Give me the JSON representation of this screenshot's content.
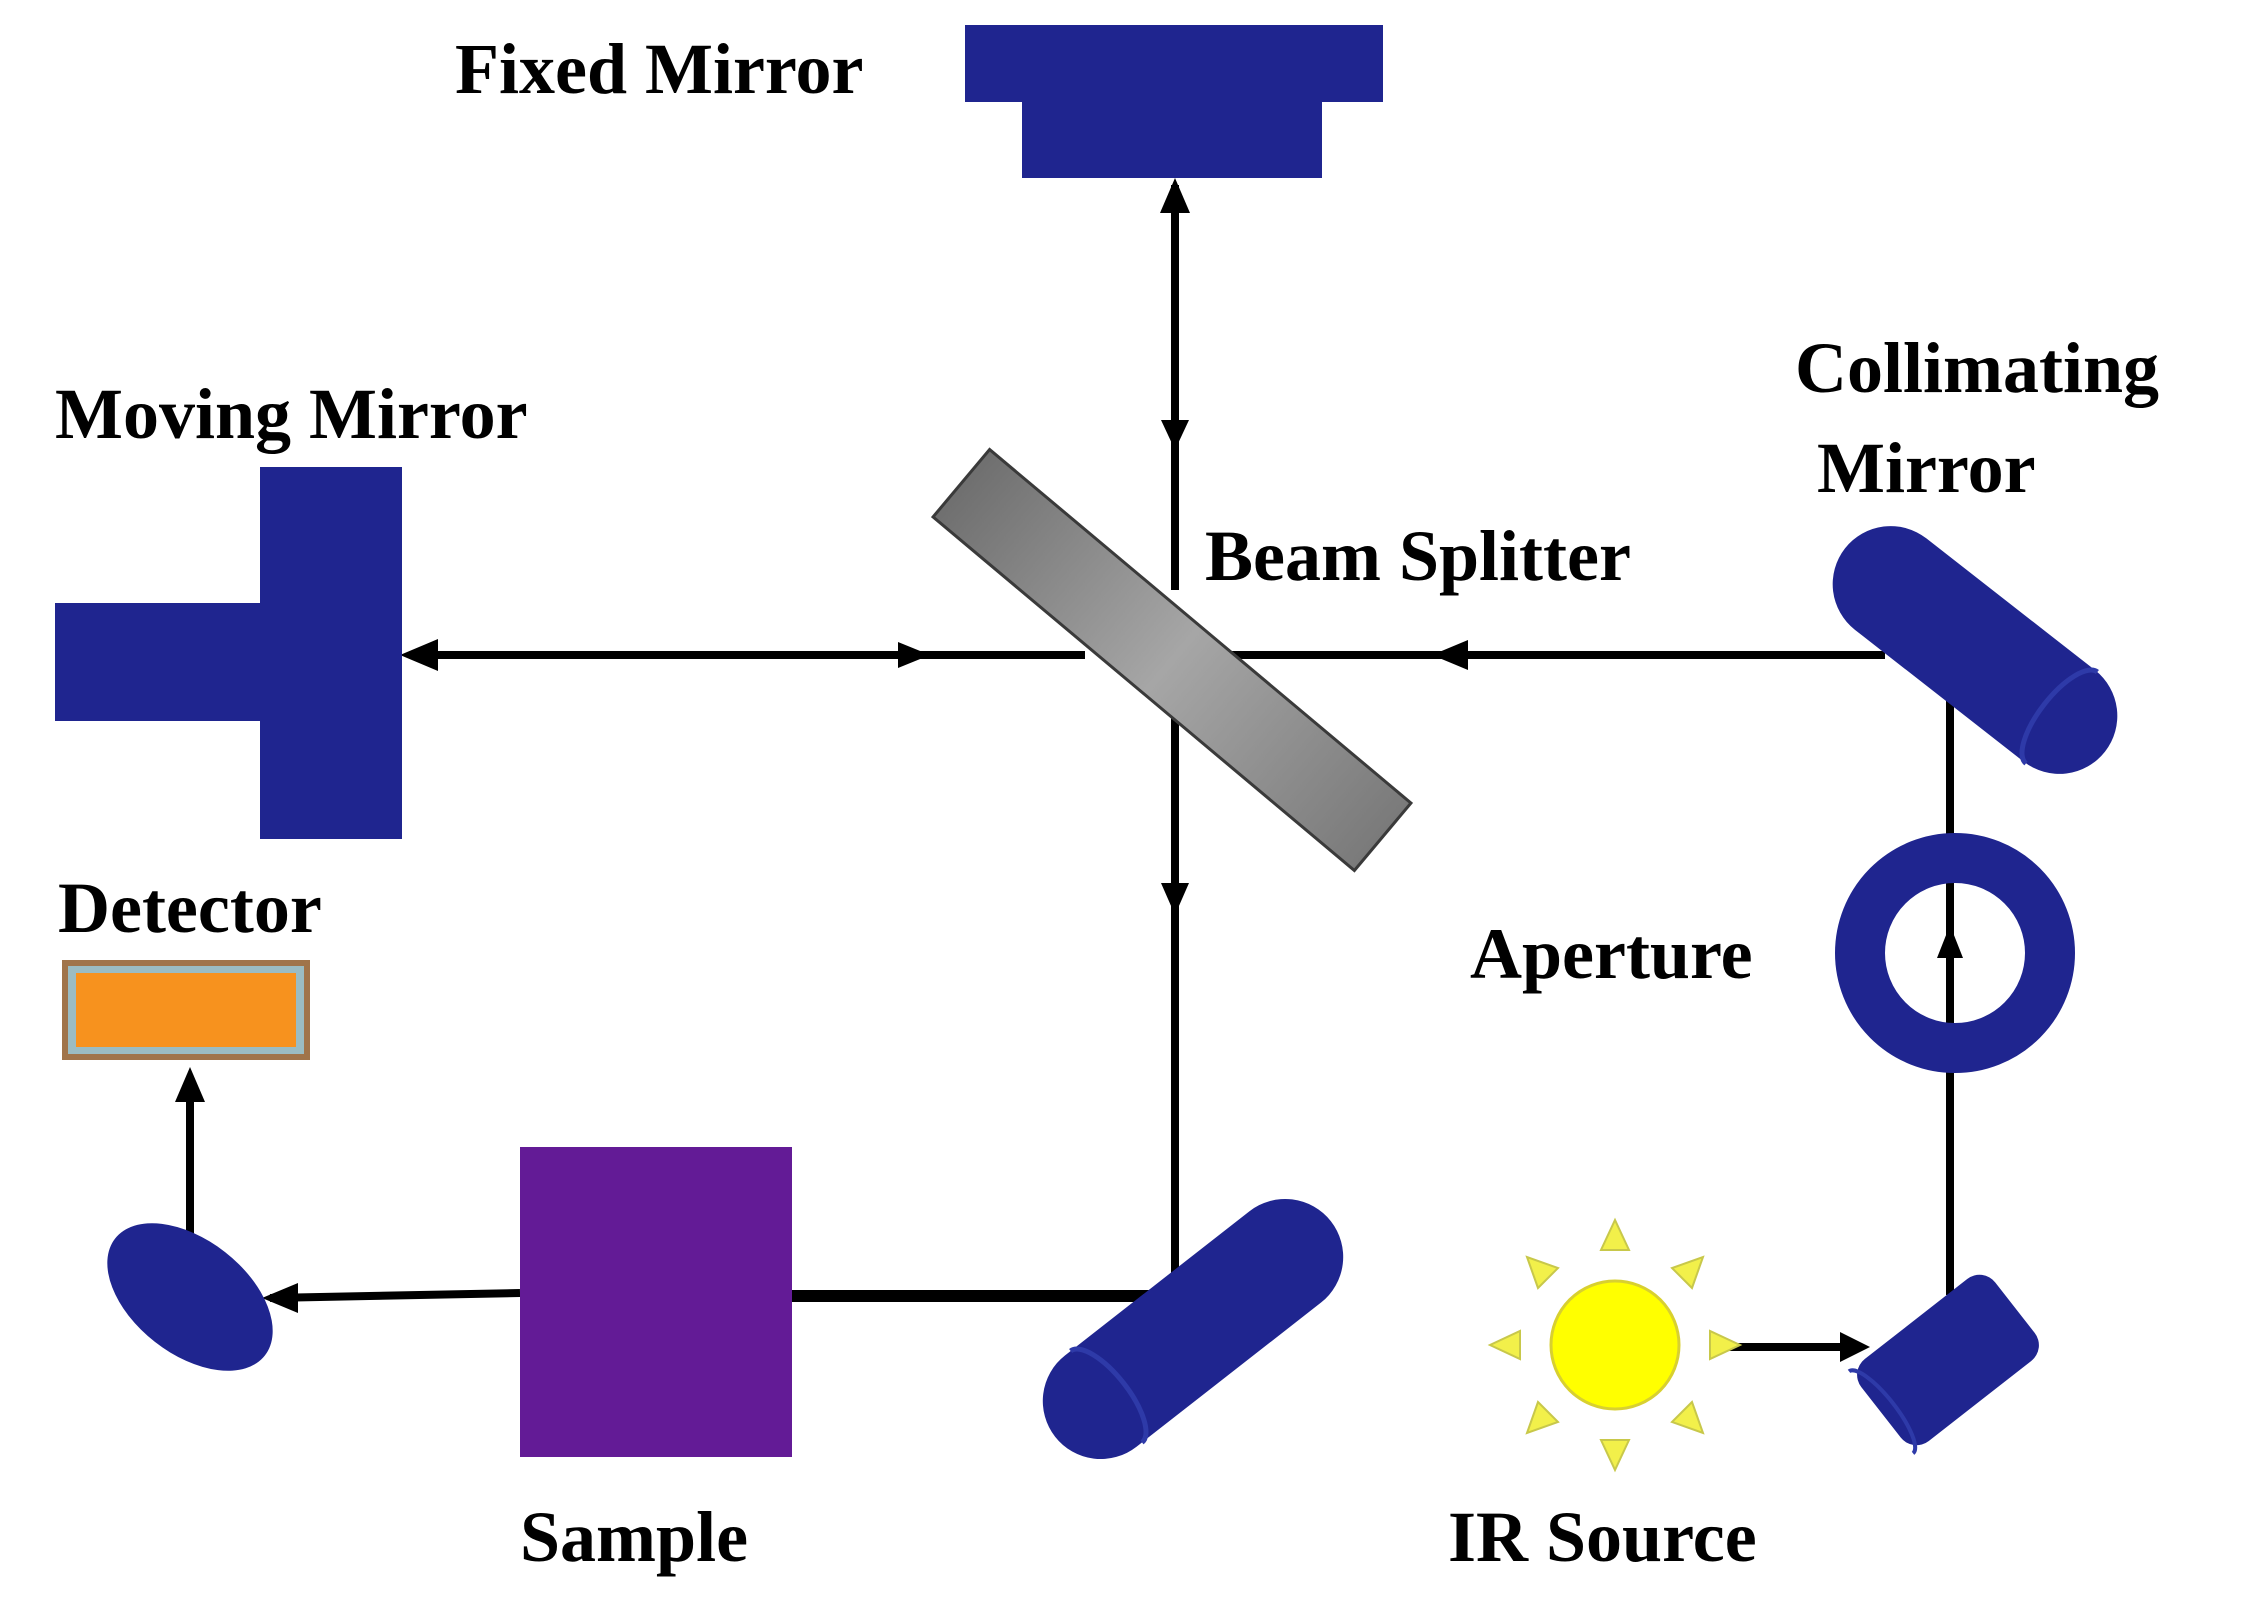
{
  "labels": {
    "fixed_mirror": "Fixed Mirror",
    "moving_mirror": "Moving Mirror",
    "beam_splitter": "Beam Splitter",
    "collimating_mirror_line1": "Collimating",
    "collimating_mirror_line2": "Mirror",
    "detector": "Detector",
    "aperture": "Aperture",
    "sample": "Sample",
    "ir_source": "IR Source"
  },
  "colors": {
    "mirror": "#1f258f",
    "beam_splitter": "#8a8a8a",
    "sample": "#631b96",
    "detector_fill": "#f7921e",
    "detector_border": "#a0744a",
    "source_core": "#ffff00",
    "source_rays": "#f2f04a",
    "beam": "#000000"
  }
}
